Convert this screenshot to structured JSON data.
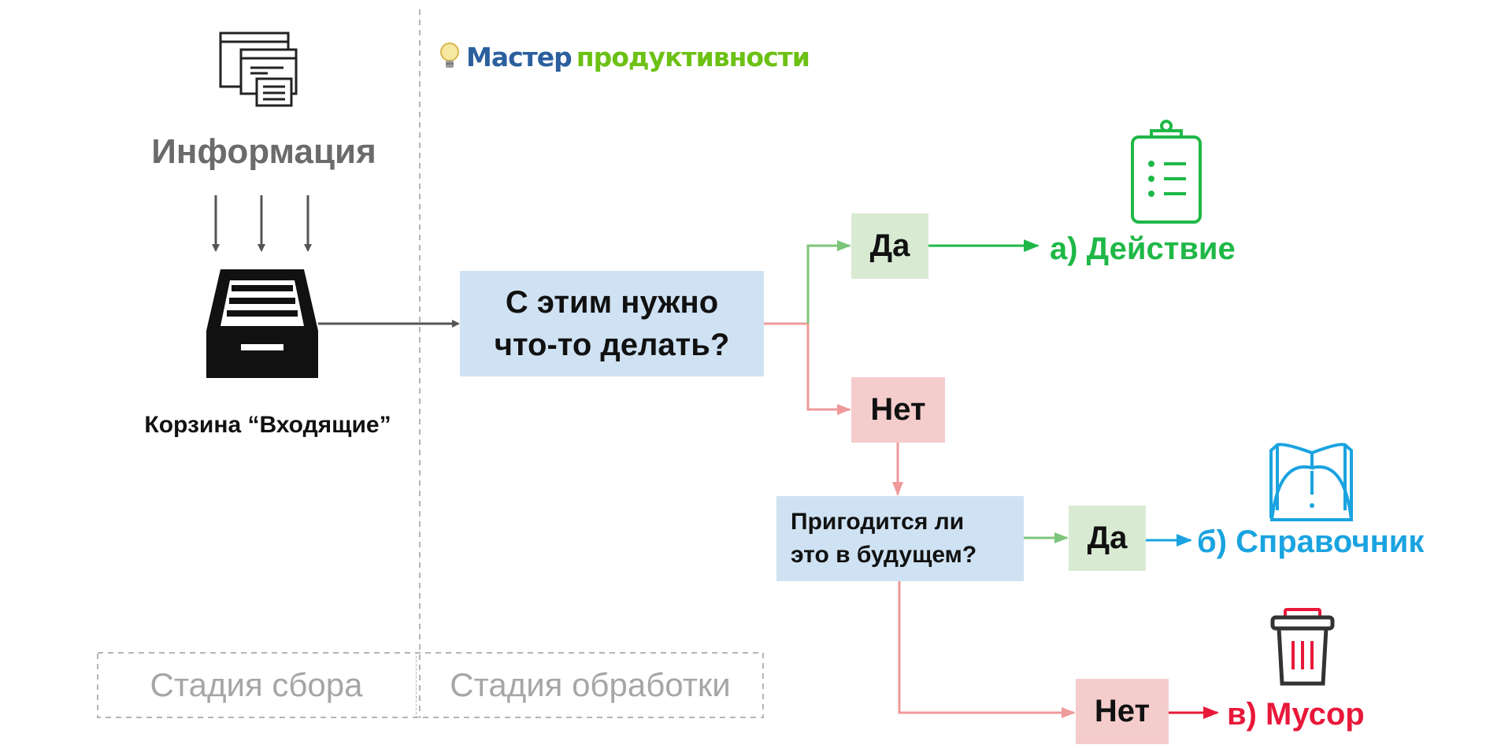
{
  "brand": {
    "part1": "Мастер",
    "part2": "продуктивности"
  },
  "info_title": "Информация",
  "inbox_caption": "Корзина “Входящие”",
  "question1": {
    "line1": "С этим нужно",
    "line2": "что-то делать?"
  },
  "question2": {
    "line1": "Пригодится ли",
    "line2": "это в будущем?"
  },
  "answers": {
    "yes": "Да",
    "no": "Нет"
  },
  "outcomes": {
    "action": "а) Действие",
    "reference": "б) Справочник",
    "trash": "в) Мусор"
  },
  "stages": {
    "collect": "Стадия сбора",
    "process": "Стадия обработки"
  },
  "icons": [
    "windows-icon",
    "inbox-tray-icon",
    "clipboard-icon",
    "book-icon",
    "trash-icon",
    "lightbulb-icon"
  ],
  "colors": {
    "yes_green": "#1fb847",
    "no_red": "#e8183a",
    "reference_blue": "#1aa3e0",
    "question_bg": "#cfe2f3",
    "yes_bg": "#d9ead3",
    "no_bg": "#f4cccc"
  }
}
